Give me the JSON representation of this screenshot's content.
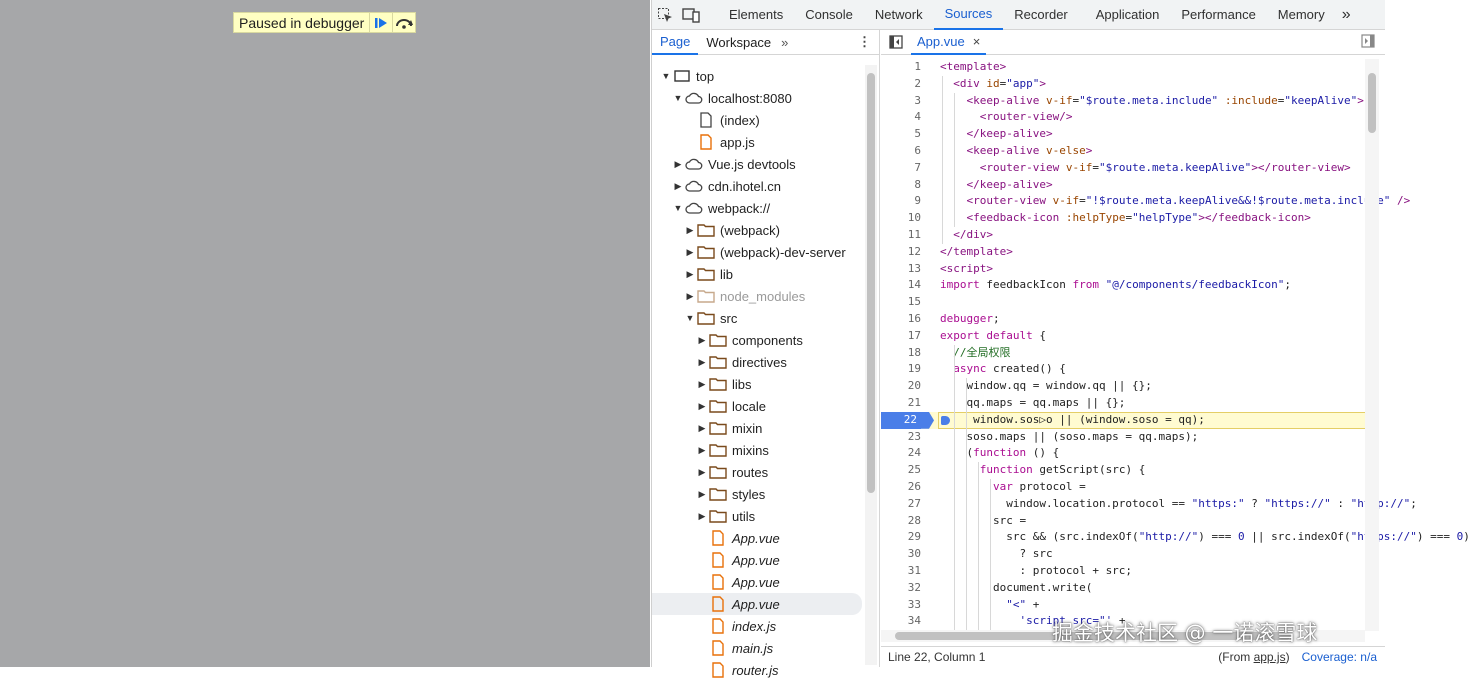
{
  "viewport": {
    "paused_text": "Paused in debugger",
    "resume_icon": "resume-icon",
    "step_over_icon": "step-over-icon"
  },
  "main_tabs": {
    "icons": [
      "inspect-element-icon",
      "device-toolbar-icon"
    ],
    "tabs": [
      "Elements",
      "Console",
      "Network",
      "Sources",
      "Recorder",
      "Application",
      "Performance",
      "Memory"
    ],
    "active": "Sources",
    "more": "»"
  },
  "navigator": {
    "tabs": [
      "Page",
      "Workspace"
    ],
    "active": "Page",
    "more": "»",
    "menu": "⋮",
    "tree": [
      {
        "label": "top",
        "depth": 0,
        "arrow": "open",
        "icon": "frame",
        "selected": false
      },
      {
        "label": "localhost:8080",
        "depth": 1,
        "arrow": "open",
        "icon": "cloud",
        "selected": false
      },
      {
        "label": "(index)",
        "depth": 2,
        "arrow": "",
        "icon": "file",
        "selected": false
      },
      {
        "label": "app.js",
        "depth": 2,
        "arrow": "",
        "icon": "file-orange",
        "selected": false
      },
      {
        "label": "Vue.js devtools",
        "depth": 1,
        "arrow": "closed",
        "icon": "cloud",
        "selected": false
      },
      {
        "label": "cdn.ihotel.cn",
        "depth": 1,
        "arrow": "closed",
        "icon": "cloud",
        "selected": false
      },
      {
        "label": "webpack://",
        "depth": 1,
        "arrow": "open",
        "icon": "cloud",
        "selected": false
      },
      {
        "label": "(webpack)",
        "depth": 2,
        "arrow": "closed",
        "icon": "folder",
        "selected": false
      },
      {
        "label": "(webpack)-dev-server",
        "depth": 2,
        "arrow": "closed",
        "icon": "folder",
        "selected": false
      },
      {
        "label": "lib",
        "depth": 2,
        "arrow": "closed",
        "icon": "folder",
        "selected": false
      },
      {
        "label": "node_modules",
        "depth": 2,
        "arrow": "closed",
        "icon": "folder-dim",
        "selected": false,
        "dim": true
      },
      {
        "label": "src",
        "depth": 2,
        "arrow": "open",
        "icon": "folder",
        "selected": false
      },
      {
        "label": "components",
        "depth": 3,
        "arrow": "closed",
        "icon": "folder",
        "selected": false
      },
      {
        "label": "directives",
        "depth": 3,
        "arrow": "closed",
        "icon": "folder",
        "selected": false
      },
      {
        "label": "libs",
        "depth": 3,
        "arrow": "closed",
        "icon": "folder",
        "selected": false
      },
      {
        "label": "locale",
        "depth": 3,
        "arrow": "closed",
        "icon": "folder",
        "selected": false
      },
      {
        "label": "mixin",
        "depth": 3,
        "arrow": "closed",
        "icon": "folder",
        "selected": false
      },
      {
        "label": "mixins",
        "depth": 3,
        "arrow": "closed",
        "icon": "folder",
        "selected": false
      },
      {
        "label": "routes",
        "depth": 3,
        "arrow": "closed",
        "icon": "folder",
        "selected": false
      },
      {
        "label": "styles",
        "depth": 3,
        "arrow": "closed",
        "icon": "folder",
        "selected": false
      },
      {
        "label": "utils",
        "depth": 3,
        "arrow": "closed",
        "icon": "folder",
        "selected": false
      },
      {
        "label": "App.vue",
        "depth": 3,
        "arrow": "",
        "icon": "file-orange",
        "selected": false,
        "italic": true
      },
      {
        "label": "App.vue",
        "depth": 3,
        "arrow": "",
        "icon": "file-orange",
        "selected": false,
        "italic": true
      },
      {
        "label": "App.vue",
        "depth": 3,
        "arrow": "",
        "icon": "file-orange",
        "selected": false,
        "italic": true
      },
      {
        "label": "App.vue",
        "depth": 3,
        "arrow": "",
        "icon": "file-orange",
        "selected": true,
        "italic": true
      },
      {
        "label": "index.js",
        "depth": 3,
        "arrow": "",
        "icon": "file-orange",
        "selected": false,
        "italic": true
      },
      {
        "label": "main.js",
        "depth": 3,
        "arrow": "",
        "icon": "file-orange",
        "selected": false,
        "italic": true
      },
      {
        "label": "router.js",
        "depth": 3,
        "arrow": "",
        "icon": "file-orange",
        "selected": false,
        "italic": true
      }
    ]
  },
  "editor": {
    "file_tab": "App.vue",
    "close": "×",
    "paused_line": 22,
    "lines": [
      {
        "n": 1,
        "html": "<span class=\"tag\">&lt;template&gt;</span>"
      },
      {
        "n": 2,
        "html": "  <span class=\"tag\">&lt;div</span> <span class=\"attr\">id</span>=<span class=\"str\">\"app\"</span><span class=\"tag\">&gt;</span>"
      },
      {
        "n": 3,
        "html": "    <span class=\"tag\">&lt;keep-alive</span> <span class=\"attr\">v-if</span>=<span class=\"str\">\"$route.meta.include\"</span> <span class=\"attr\">:include</span>=<span class=\"str\">\"keepAlive\"</span><span class=\"tag\">&gt;</span>"
      },
      {
        "n": 4,
        "html": "      <span class=\"tag\">&lt;router-view/&gt;</span>"
      },
      {
        "n": 5,
        "html": "    <span class=\"tag\">&lt;/keep-alive&gt;</span>"
      },
      {
        "n": 6,
        "html": "    <span class=\"tag\">&lt;keep-alive</span> <span class=\"attr\">v-else</span><span class=\"tag\">&gt;</span>"
      },
      {
        "n": 7,
        "html": "      <span class=\"tag\">&lt;router-view</span> <span class=\"attr\">v-if</span>=<span class=\"str\">\"$route.meta.keepAlive\"</span><span class=\"tag\">&gt;&lt;/router-view&gt;</span>"
      },
      {
        "n": 8,
        "html": "    <span class=\"tag\">&lt;/keep-alive&gt;</span>"
      },
      {
        "n": 9,
        "html": "    <span class=\"tag\">&lt;router-view</span> <span class=\"attr\">v-if</span>=<span class=\"str\">\"!$route.meta.keepAlive&amp;&amp;!$route.meta.include\"</span> <span class=\"tag\">/&gt;</span>"
      },
      {
        "n": 10,
        "html": "    <span class=\"tag\">&lt;feedback-icon</span> <span class=\"attr\">:helpType</span>=<span class=\"str\">\"helpType\"</span><span class=\"tag\">&gt;&lt;/feedback-icon&gt;</span>"
      },
      {
        "n": 11,
        "html": "  <span class=\"tag\">&lt;/div&gt;</span>"
      },
      {
        "n": 12,
        "html": "<span class=\"tag\">&lt;/template&gt;</span>"
      },
      {
        "n": 13,
        "html": "<span class=\"tag\">&lt;script&gt;</span>"
      },
      {
        "n": 14,
        "html": "<span class=\"kw\">import</span> feedbackIcon <span class=\"kw\">from</span> <span class=\"str\">\"@/components/feedbackIcon\"</span>;"
      },
      {
        "n": 15,
        "html": ""
      },
      {
        "n": 16,
        "html": "<span class=\"kw\">debugger</span>;"
      },
      {
        "n": 17,
        "html": "<span class=\"kw\">export default</span> {"
      },
      {
        "n": 18,
        "html": "  <span class=\"cmt\">//全局权限</span>"
      },
      {
        "n": 19,
        "html": "  <span class=\"kw\">async</span> created() {"
      },
      {
        "n": 20,
        "html": "    window.qq = window.qq || {};"
      },
      {
        "n": 21,
        "html": "    qq.maps = qq.maps || {};"
      },
      {
        "n": 22,
        "html": "     window.sos▷o || (window.soso = qq);"
      },
      {
        "n": 23,
        "html": "    soso.maps || (soso.maps = qq.maps);"
      },
      {
        "n": 24,
        "html": "    (<span class=\"kw\">function</span> () {"
      },
      {
        "n": 25,
        "html": "      <span class=\"kw\">function</span> getScript(src) {"
      },
      {
        "n": 26,
        "html": "        <span class=\"kw\">var</span> protocol ="
      },
      {
        "n": 27,
        "html": "          window.location.protocol == <span class=\"str\">\"https:\"</span> ? <span class=\"str\">\"https://\"</span> : <span class=\"str\">\"http://\"</span>;"
      },
      {
        "n": 28,
        "html": "        src ="
      },
      {
        "n": 29,
        "html": "          src &amp;&amp; (src.indexOf(<span class=\"str\">\"http://\"</span>) === <span class=\"str\">0</span> || src.indexOf(<span class=\"str\">\"https://\"</span>) === <span class=\"str\">0</span>)"
      },
      {
        "n": 30,
        "html": "            ? src"
      },
      {
        "n": 31,
        "html": "            : protocol + src;"
      },
      {
        "n": 32,
        "html": "        document.write("
      },
      {
        "n": 33,
        "html": "          <span class=\"str\">\"&lt;\"</span> +"
      },
      {
        "n": 34,
        "html": "            <span class=\"str\">'script src=\"'</span> +"
      }
    ]
  },
  "status": {
    "position": "Line 22, Column 1",
    "from_prefix": "(From ",
    "from_file": "app.js",
    "from_suffix": ")",
    "coverage": "Coverage: n/a"
  },
  "watermark": "掘金技术社区 @ 一诺滚雪球",
  "colors": {
    "accent": "#1a73e8",
    "paused_banner": "#ffffc2",
    "viewport_gray": "#a6a7a9",
    "folder": "#7a4a1c",
    "file_orange": "#e8710a"
  }
}
